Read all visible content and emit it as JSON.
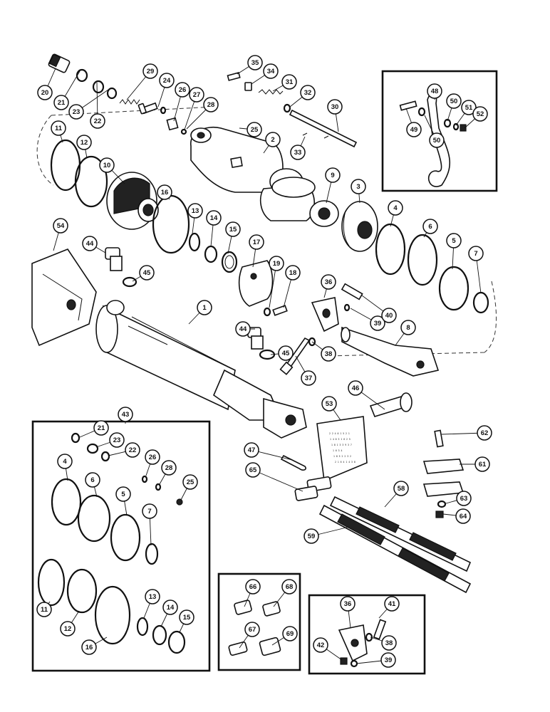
{
  "diagram": {
    "callouts": [
      {
        "label": "1"
      },
      {
        "label": "2"
      },
      {
        "label": "3"
      },
      {
        "label": "4"
      },
      {
        "label": "5"
      },
      {
        "label": "6"
      },
      {
        "label": "7"
      },
      {
        "label": "8"
      },
      {
        "label": "9"
      },
      {
        "label": "10"
      },
      {
        "label": "11"
      },
      {
        "label": "12"
      },
      {
        "label": "13"
      },
      {
        "label": "14"
      },
      {
        "label": "15"
      },
      {
        "label": "16"
      },
      {
        "label": "17"
      },
      {
        "label": "18"
      },
      {
        "label": "19"
      },
      {
        "label": "20"
      },
      {
        "label": "21"
      },
      {
        "label": "22"
      },
      {
        "label": "23"
      },
      {
        "label": "24"
      },
      {
        "label": "25"
      },
      {
        "label": "26"
      },
      {
        "label": "27"
      },
      {
        "label": "28"
      },
      {
        "label": "29"
      },
      {
        "label": "30"
      },
      {
        "label": "31"
      },
      {
        "label": "32"
      },
      {
        "label": "33"
      },
      {
        "label": "34"
      },
      {
        "label": "35"
      },
      {
        "label": "36"
      },
      {
        "label": "37"
      },
      {
        "label": "38"
      },
      {
        "label": "39"
      },
      {
        "label": "40"
      },
      {
        "label": "44"
      },
      {
        "label": "45"
      },
      {
        "label": "44"
      },
      {
        "label": "45"
      },
      {
        "label": "46"
      },
      {
        "label": "47"
      },
      {
        "label": "53"
      },
      {
        "label": "54"
      },
      {
        "label": "58"
      },
      {
        "label": "59"
      },
      {
        "label": "61"
      },
      {
        "label": "62"
      },
      {
        "label": "63"
      },
      {
        "label": "64"
      },
      {
        "label": "65"
      },
      {
        "label": "48"
      },
      {
        "label": "49"
      },
      {
        "label": "50"
      },
      {
        "label": "50"
      },
      {
        "label": "51"
      },
      {
        "label": "52"
      },
      {
        "label": "43"
      },
      {
        "label": "21"
      },
      {
        "label": "23"
      },
      {
        "label": "22"
      },
      {
        "label": "26"
      },
      {
        "label": "28"
      },
      {
        "label": "25"
      },
      {
        "label": "4"
      },
      {
        "label": "6"
      },
      {
        "label": "5"
      },
      {
        "label": "7"
      },
      {
        "label": "11"
      },
      {
        "label": "12"
      },
      {
        "label": "16"
      },
      {
        "label": "13"
      },
      {
        "label": "14"
      },
      {
        "label": "15"
      },
      {
        "label": "66"
      },
      {
        "label": "68"
      },
      {
        "label": "67"
      },
      {
        "label": "69"
      },
      {
        "label": "36"
      },
      {
        "label": "41"
      },
      {
        "label": "38"
      },
      {
        "label": "42"
      },
      {
        "label": "39"
      }
    ],
    "plate_lines": [
      "2 2 4 0 1 5 2 1",
      "1 4 0 3 1 6 2 5",
      "1 8 1 3 3 9 3 7",
      "1 6 3 4",
      "1 8 5 2 2 3 2",
      "2 1 6 4 1 4 3 8"
    ]
  }
}
